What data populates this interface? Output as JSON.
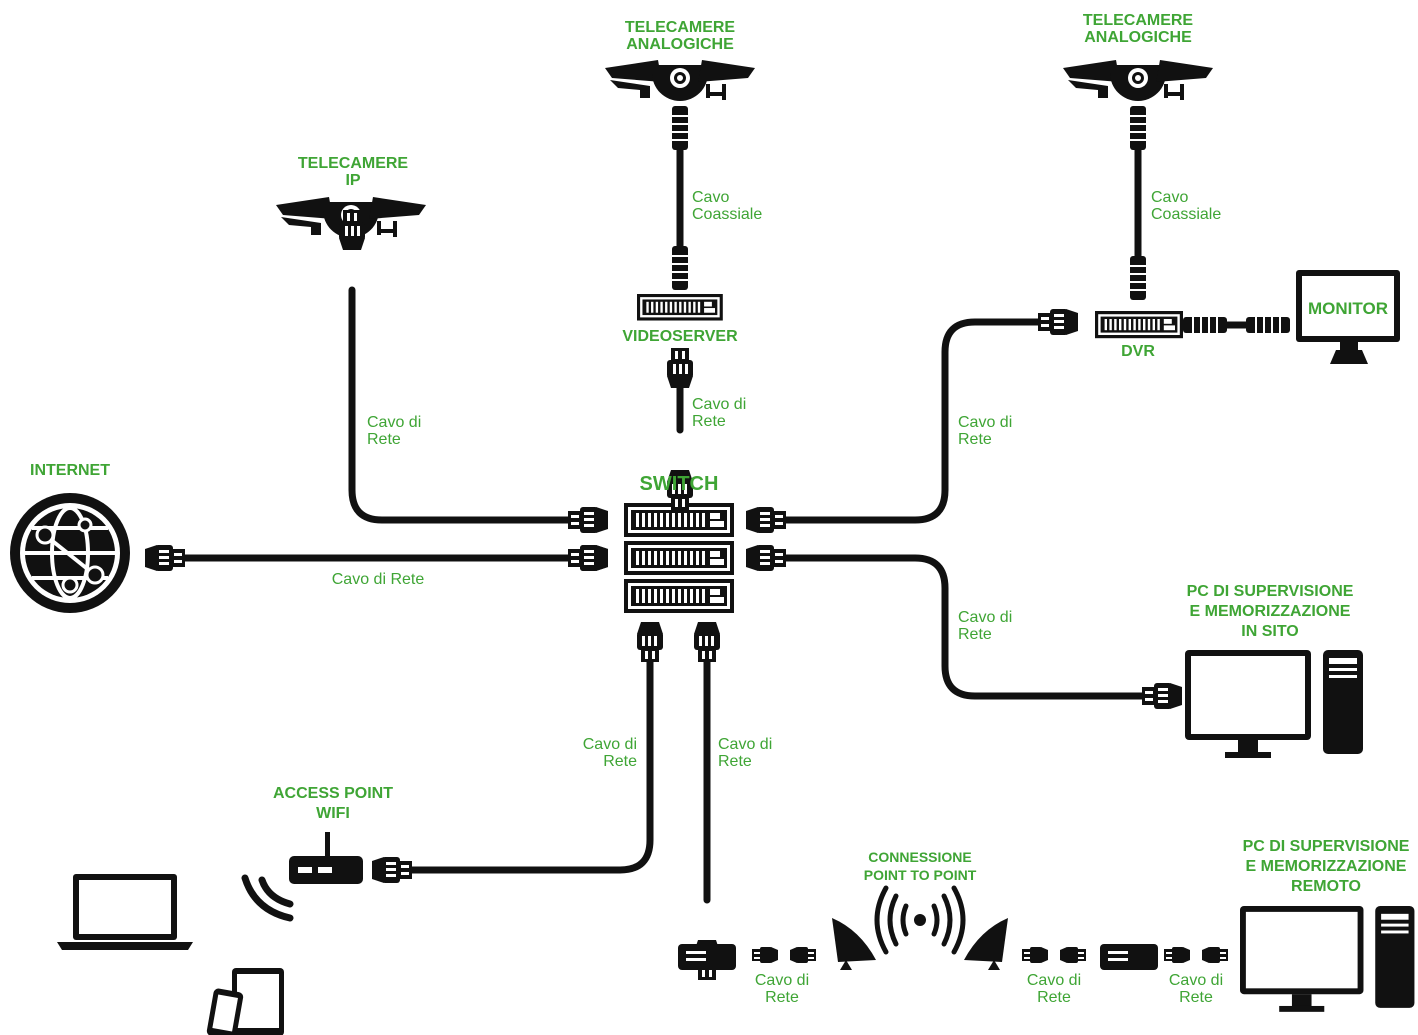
{
  "colors": {
    "label": "#3fa535",
    "equipment": "#111111",
    "background": "#ffffff"
  },
  "nodes": {
    "ip_cameras": {
      "line1": "TELECAMERE",
      "line2": "IP",
      "icon": "cctv-camera-icon"
    },
    "analog_cameras_left": {
      "line1": "TELECAMERE",
      "line2": "ANALOGICHE",
      "icon": "cctv-camera-icon"
    },
    "analog_cameras_right": {
      "line1": "TELECAMERE",
      "line2": "ANALOGICHE",
      "icon": "cctv-camera-icon"
    },
    "videoserver": {
      "label": "VIDEOSERVER",
      "icon": "rack-unit-icon"
    },
    "dvr": {
      "label": "DVR",
      "icon": "rack-unit-icon"
    },
    "monitor": {
      "label": "MONITOR",
      "icon": "monitor-icon"
    },
    "switch": {
      "label": "SWITCH",
      "icon": "switch-stack-icon"
    },
    "internet": {
      "label": "INTERNET",
      "icon": "globe-icon"
    },
    "pc_onsite": {
      "line1": "PC DI SUPERVISIONE",
      "line2": "E MEMORIZZAZIONE",
      "line3": "IN SITO",
      "icon": "desktop-pc-icon"
    },
    "access_point": {
      "line1": "ACCESS POINT",
      "line2": "WIFI",
      "icon": "wifi-router-icon"
    },
    "ptp": {
      "line1": "CONNESSIONE",
      "line2": "POINT TO POINT",
      "icon": "radio-link-icon"
    },
    "pc_remote": {
      "line1": "PC DI SUPERVISIONE",
      "line2": "E MEMORIZZAZIONE",
      "line3": "REMOTO",
      "icon": "desktop-pc-icon"
    }
  },
  "cables": {
    "coax_left": {
      "line1": "Cavo",
      "line2": "Coassiale"
    },
    "coax_right": {
      "line1": "Cavo",
      "line2": "Coassiale"
    },
    "net_ipcam": {
      "line1": "Cavo di",
      "line2": "Rete"
    },
    "net_videoserver": {
      "line1": "Cavo di",
      "line2": "Rete"
    },
    "net_dvr": {
      "line1": "Cavo di",
      "line2": "Rete"
    },
    "net_internet": {
      "label": "Cavo di Rete"
    },
    "net_pc_onsite": {
      "line1": "Cavo di",
      "line2": "Rete"
    },
    "net_ap": {
      "line1": "Cavo di",
      "line2": "Rete"
    },
    "net_ptp": {
      "line1": "Cavo di",
      "line2": "Rete"
    },
    "net_ptp_left": {
      "line1": "Cavo di",
      "line2": "Rete"
    },
    "net_ptp_right": {
      "line1": "Cavo di",
      "line2": "Rete"
    },
    "net_remote": {
      "line1": "Cavo di",
      "line2": "Rete"
    }
  }
}
